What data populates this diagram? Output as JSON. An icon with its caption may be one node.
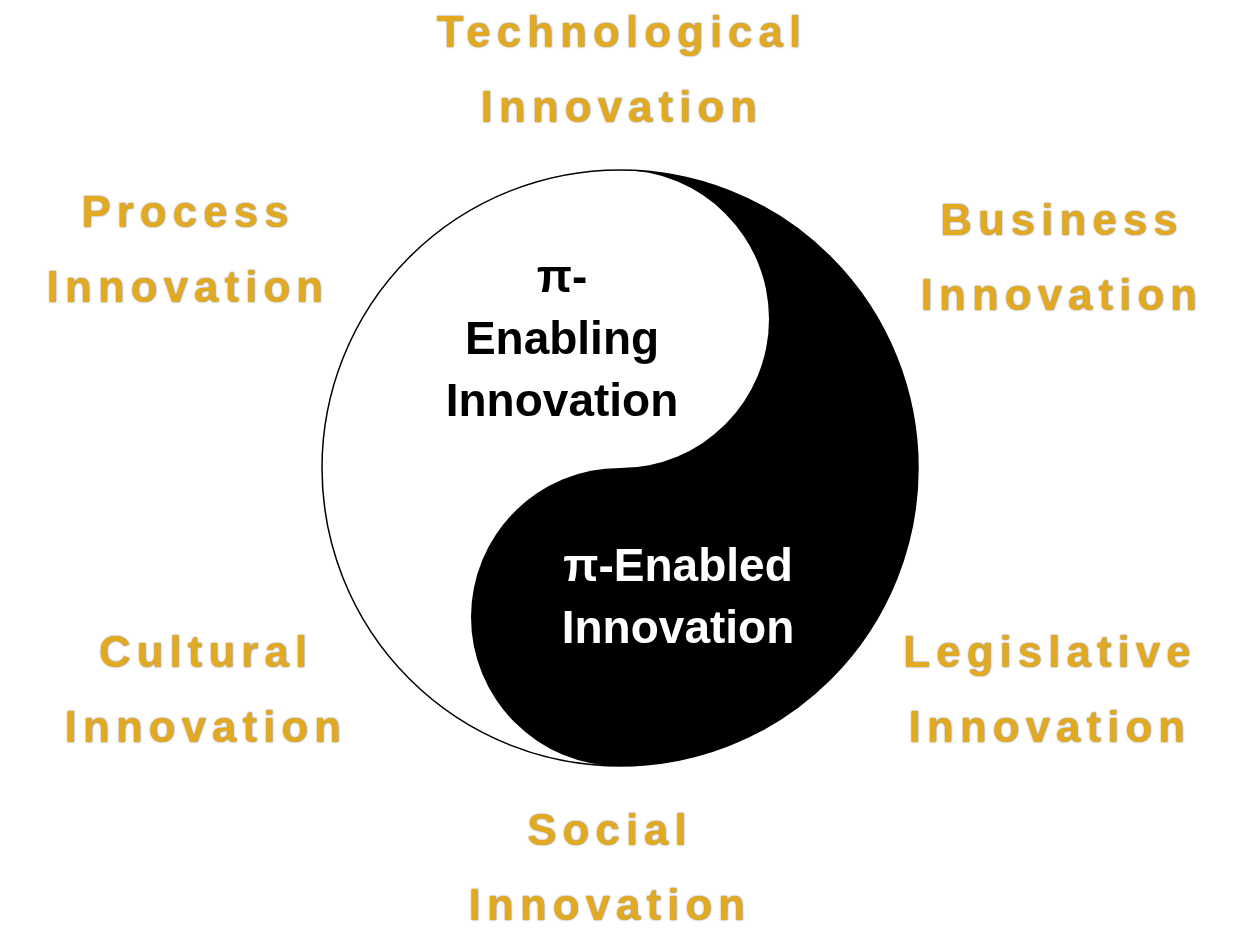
{
  "diagram": {
    "nodes": [
      {
        "text": [
          "π-Enabling Innovation"
        ]
      },
      {
        "text": [
          "π-Enabled Innovation"
        ]
      }
    ],
    "edges": [],
    "labels": [
      "Technological Innovation",
      "Process Innovation",
      "Business Innovation",
      "Cultural Innovation",
      "Legislative Innovation",
      "Social Innovation"
    ]
  }
}
